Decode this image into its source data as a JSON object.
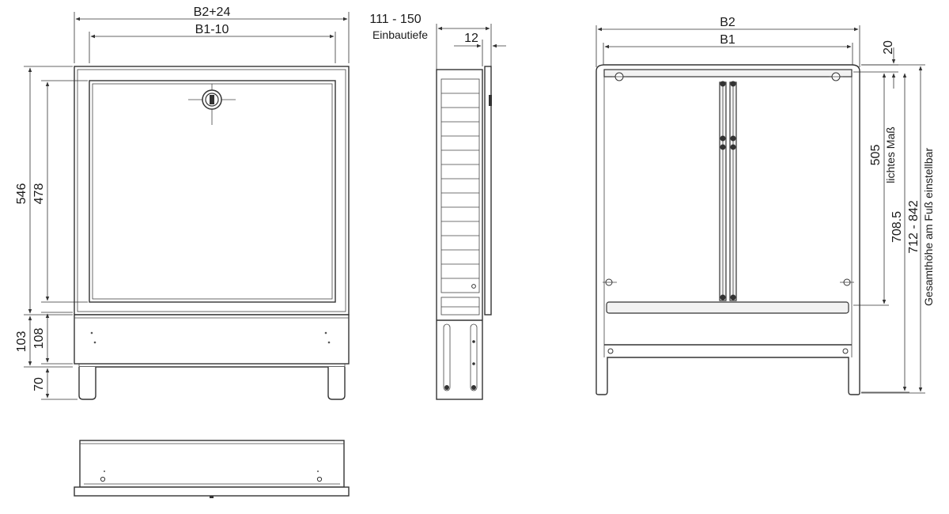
{
  "front_view": {
    "width_outer": "B2+24",
    "width_inner": "B1-10",
    "height_total": "546",
    "height_door": "478",
    "height_lower": "103",
    "height_panel": "108",
    "height_feet": "70"
  },
  "side_view": {
    "depth_range": "111 - 150",
    "depth_label": "Einbautiefe",
    "door_offset": "12"
  },
  "back_view": {
    "width_outer": "B2",
    "width_inner": "B1",
    "top_gap": "20",
    "clear_height": "505",
    "clear_height_label": "lichtes Maß",
    "frame_height": "708.5",
    "total_height": "712 - 842",
    "total_height_label": "Gesamthöhe am Fuß einstellbar"
  }
}
